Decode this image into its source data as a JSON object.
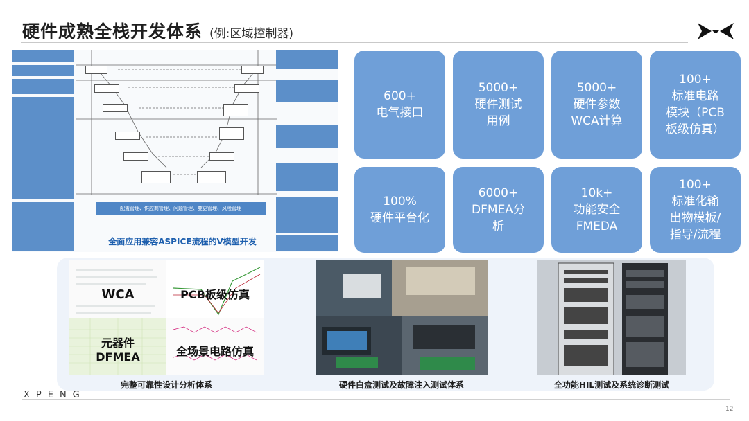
{
  "header": {
    "title": "硬件成熟全栈开发体系",
    "subtitle": "(例:区域控制器)"
  },
  "vmodel": {
    "caption": "全面应用兼容ASPICE流程的V模型开发",
    "bar_text": "配置管理、供应商管理、问题管理、变更管理、风险管理"
  },
  "tiles": [
    {
      "text": "600+\n电气接口"
    },
    {
      "text": "5000+\n硬件测试\n用例"
    },
    {
      "text": "5000+\n硬件参数\nWCA计算"
    },
    {
      "text": "100+\n标准电路\n模块（PCB\n板级仿真）"
    },
    {
      "text": "100%\n硬件平台化"
    },
    {
      "text": "6000+\nDFMEA分\n析"
    },
    {
      "text": "10k+\n功能安全\nFMEDA"
    },
    {
      "text": "100+\n标准化输\n出物模板/\n指导/流程"
    }
  ],
  "bottom": {
    "reliability": {
      "wca": "WCA",
      "pcb_sim": "PCB板级仿真",
      "dfmea": "元器件\nDFMEA",
      "full_sim": "全场景电路仿真",
      "caption": "完整可靠性设计分析体系"
    },
    "whitebox": {
      "caption": "硬件白盒测试及故障注入测试体系"
    },
    "hil": {
      "caption": "全功能HIL测试及系统诊断测试"
    }
  },
  "footer": {
    "brand": "XPENG",
    "page_number": "12"
  },
  "colors": {
    "tile_blue": "#6f9fd8",
    "caption_blue": "#1d5fae",
    "panel_bg": "#eef3fa"
  }
}
